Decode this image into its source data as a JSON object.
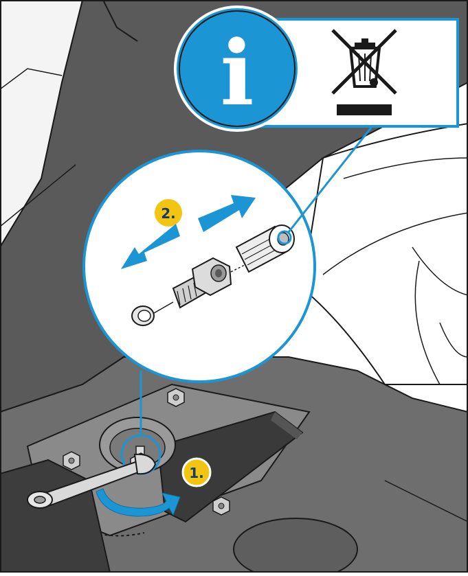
{
  "steps": [
    {
      "label": "1."
    },
    {
      "label": "2."
    }
  ],
  "info_badge": {
    "glyph": "i"
  },
  "icons": [
    "info-icon",
    "crossed-out-wheeled-bin-icon",
    "wrench-icon",
    "rotate-arrow-icon",
    "direction-arrow-icon"
  ],
  "colors": {
    "accent_blue": "#1b95d3",
    "step_yellow": "#f2c512",
    "panel_dark": "#4a4a4a",
    "panel_mid": "#6b6b6b",
    "panel_light": "#e8e8e8",
    "outline": "#1a1a1a"
  }
}
